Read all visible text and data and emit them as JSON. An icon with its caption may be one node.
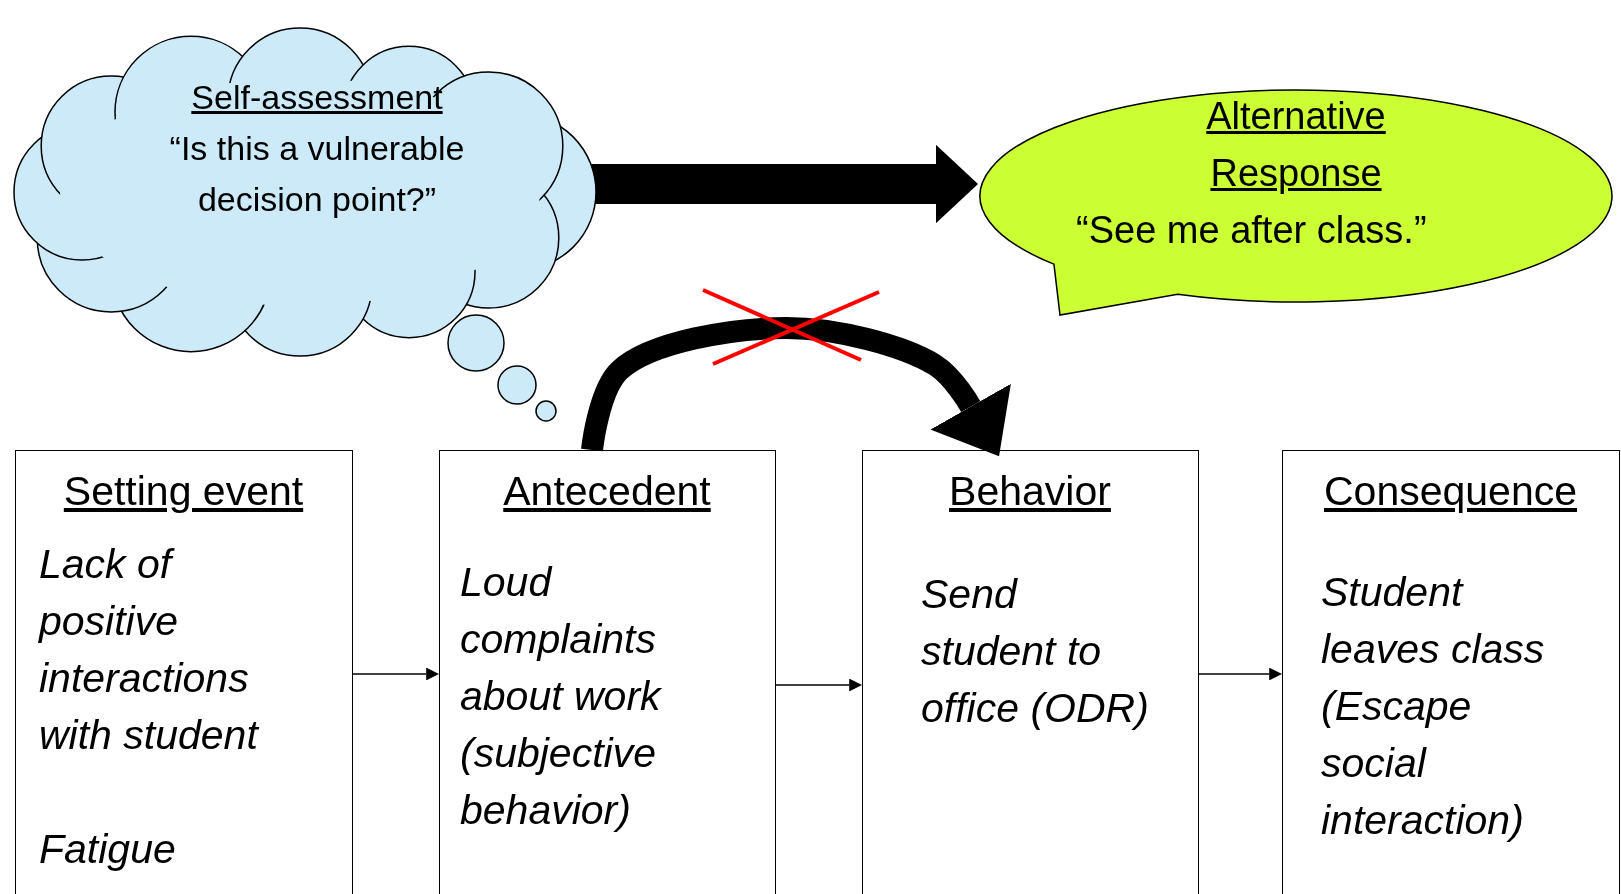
{
  "diagram": {
    "nodes": [
      {
        "text": [
          "Self-assessment",
          "“Is this a vulnerable decision point?”"
        ]
      },
      {
        "text": [
          "Alternative Response",
          "“See me after class.”"
        ]
      },
      {
        "text": [
          "Setting event",
          "Lack of positive interactions with student",
          "Fatigue"
        ]
      },
      {
        "text": [
          "Antecedent",
          "Loud complaints about work (subjective behavior)"
        ]
      },
      {
        "text": [
          "Behavior",
          "Send student to office (ODR)"
        ]
      },
      {
        "text": [
          "Consequence",
          "Student leaves class (Escape social interaction)"
        ]
      }
    ],
    "edges": [
      {
        "from": 0,
        "to": 1,
        "arrow": "to",
        "style": "thick"
      },
      {
        "from": 2,
        "to": 3,
        "arrow": "to"
      },
      {
        "from": 3,
        "to": 4,
        "arrow": "to"
      },
      {
        "from": 4,
        "to": 5,
        "arrow": "to"
      },
      {
        "from": 3,
        "to": 4,
        "arrow": "to",
        "style": "thick"
      }
    ]
  }
}
